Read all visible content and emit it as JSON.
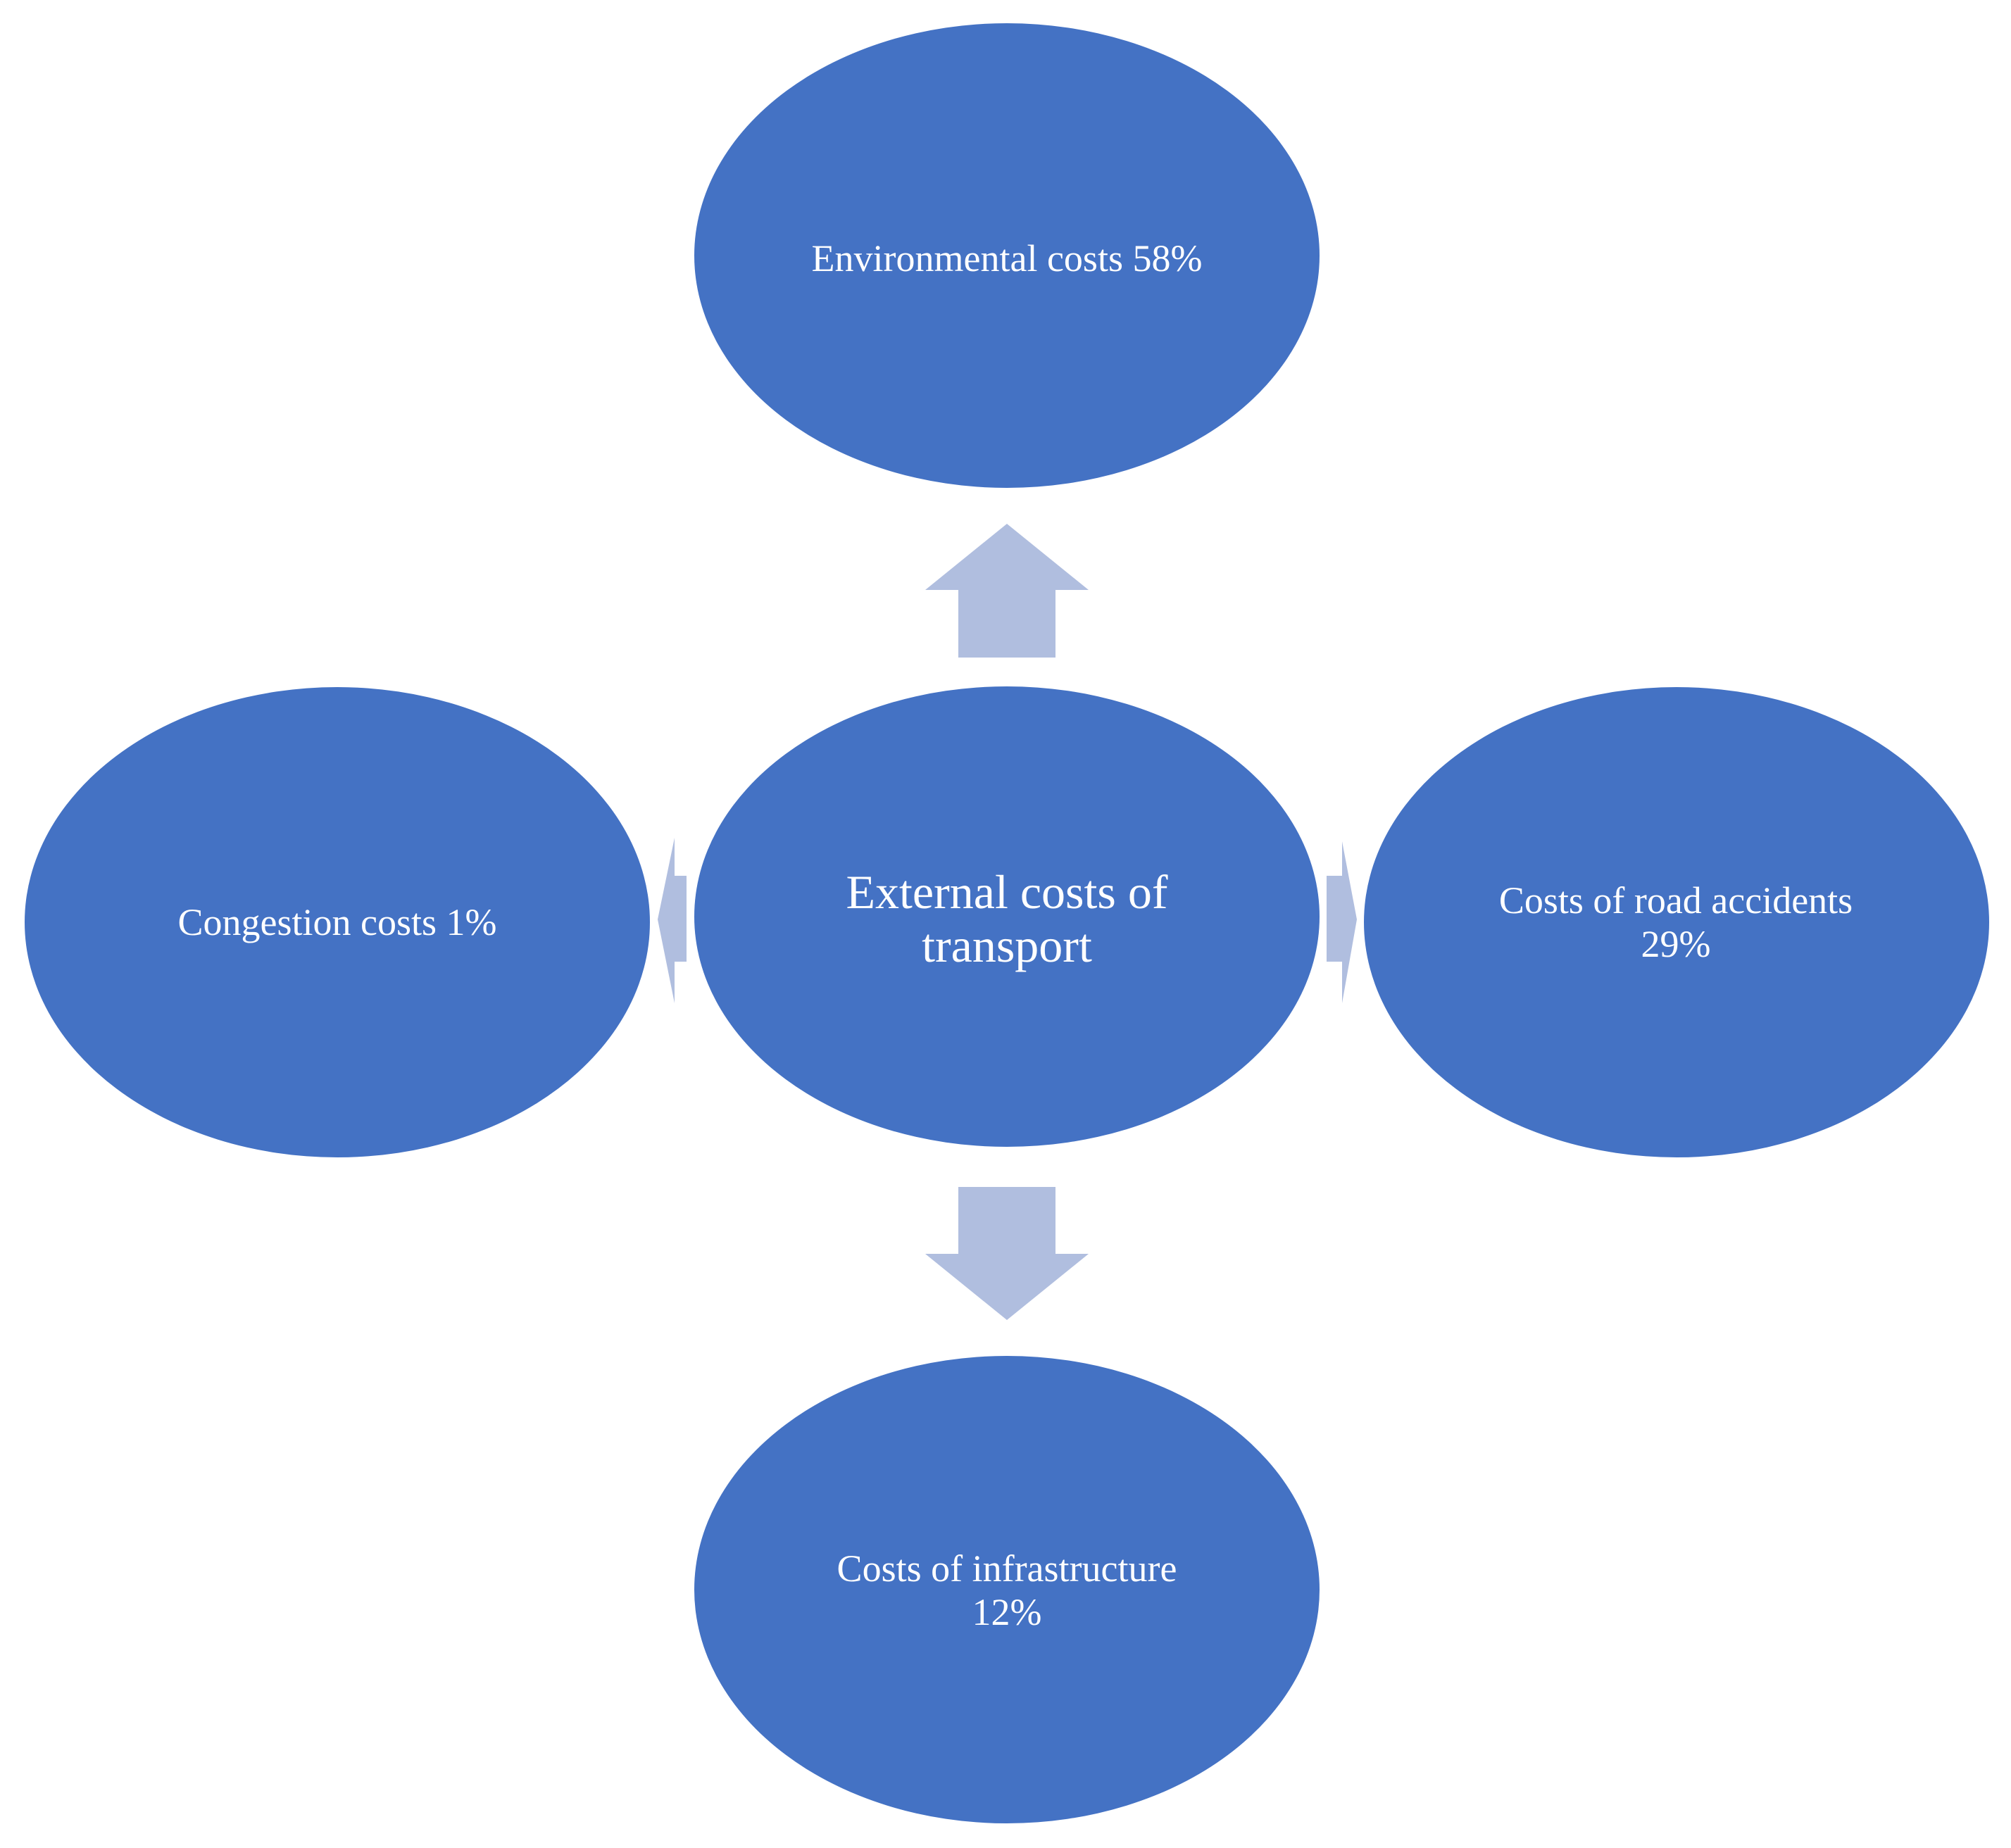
{
  "colors": {
    "node_fill": "#4472C4",
    "arrow_fill": "#B0BEDF",
    "text": "#FFFFFF",
    "background": "#FFFFFF"
  },
  "center": {
    "label": "External costs of\ntransport"
  },
  "nodes": {
    "top": {
      "label": "Environmental costs 58%"
    },
    "right": {
      "label": "Costs of road accidents\n29%"
    },
    "bottom": {
      "label": "Costs of infrastructure\n12%"
    },
    "left": {
      "label": "Congestion costs 1%"
    }
  }
}
